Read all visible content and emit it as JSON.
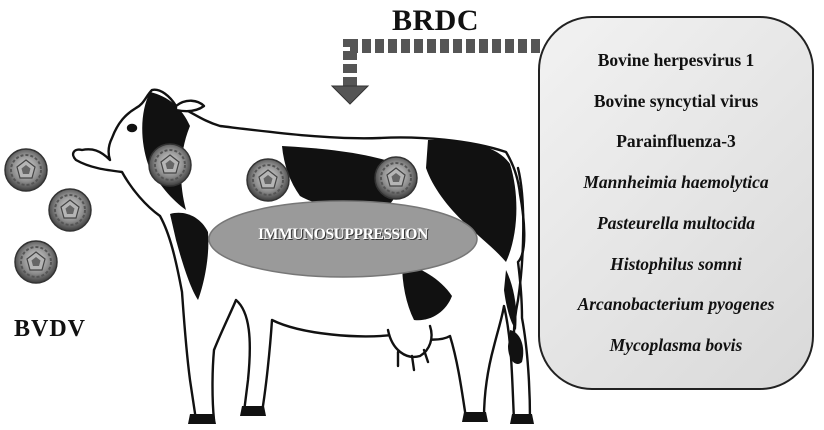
{
  "title": "BRDC",
  "virus_label": "BVDV",
  "center_label": "IMMUNOSUPPRESSION",
  "pathogens": [
    {
      "name": "Bovine herpesvirus 1",
      "italic": false
    },
    {
      "name": "Bovine syncytial virus",
      "italic": false
    },
    {
      "name": "Parainfluenza-3",
      "italic": false
    },
    {
      "name": "Mannheimia haemolytica",
      "italic": true
    },
    {
      "name": "Pasteurella multocida",
      "italic": true
    },
    {
      "name": "Histophilus somni",
      "italic": true
    },
    {
      "name": "Arcanobacterium pyogenes",
      "italic": true
    },
    {
      "name": "Mycoplasma bovis",
      "italic": true
    }
  ],
  "colors": {
    "arrow": "#555555",
    "ellipse": "#9a9a9a",
    "patch": "#111111",
    "virus": "#8a8a8a"
  },
  "icons": [
    "virus-particle-icon",
    "cow-illustration",
    "dashed-arrow-icon"
  ]
}
